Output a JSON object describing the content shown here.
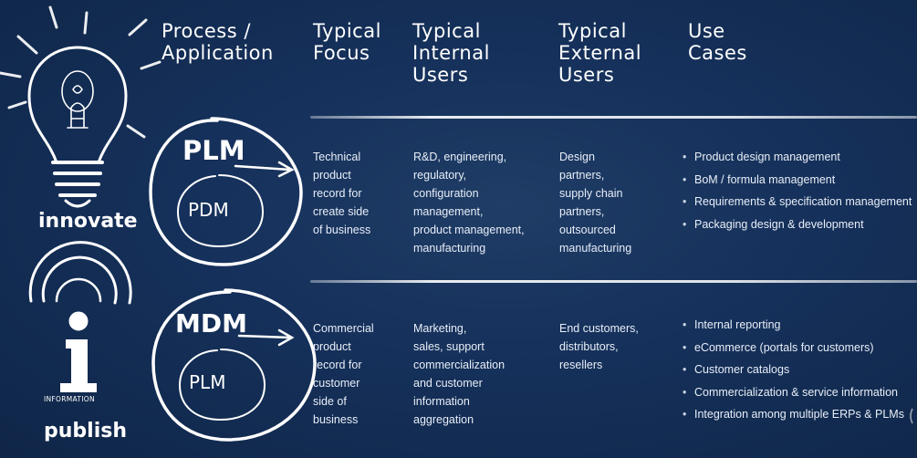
{
  "headers": {
    "process": "Process /\nApplication",
    "focus": "Typical\nFocus",
    "internal": "Typical\nInternal\nUsers",
    "external": "Typical\nExternal\nUsers",
    "uses": "Use\nCases"
  },
  "innovate": {
    "label": "innovate",
    "outer": "PLM",
    "inner": "PDM",
    "focus": "Technical\nproduct\nrecord for\ncreate side\nof business",
    "internal": "R&D, engineering,\nregulatory,\nconfiguration\nmanagement,\nproduct management,\nmanufacturing",
    "external": "Design\npartners,\nsupply chain\npartners,\noutsourced\nmanufacturing",
    "uses": [
      "Product design management",
      "BoM / formula management",
      "Requirements & specification management",
      "Packaging design & development"
    ]
  },
  "publish": {
    "label": "publish",
    "icon_caption": "INFORMATION",
    "outer": "MDM",
    "inner": "PLM",
    "focus": "Commercial\nproduct\nrecord for\ncustomer\nside of\nbusiness",
    "internal": "Marketing,\nsales, support\ncommercialization\nand customer\ninformation\naggregation",
    "external": "End customers,\ndistributors,\nresellers",
    "uses": [
      "Internal reporting",
      "eCommerce (portals for customers)",
      "Customer catalogs",
      "Commercialization & service information",
      "Integration among multiple ERPs & PLMs"
    ]
  }
}
